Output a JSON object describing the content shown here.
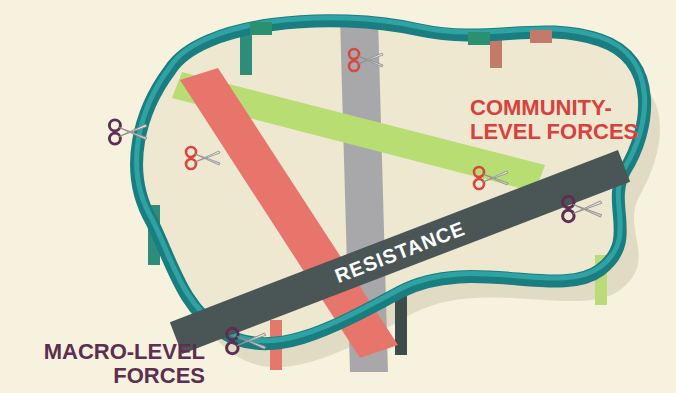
{
  "diagram": {
    "nodes": [
      {
        "text": [
          "RESISTANCE"
        ]
      }
    ],
    "labels": [
      "COMMUNITY-LEVEL FORCES",
      "MACRO-LEVEL FORCES"
    ]
  }
}
